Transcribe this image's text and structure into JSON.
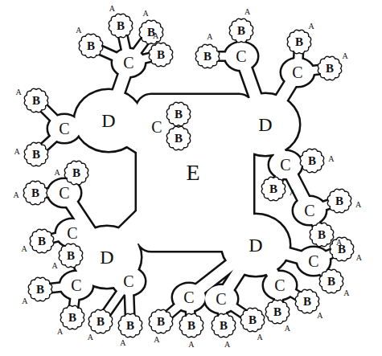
{
  "diagram": {
    "nodes": [
      {
        "text": [
          "E"
        ]
      },
      {
        "text": [
          "D"
        ]
      },
      {
        "text": [
          "D"
        ]
      },
      {
        "text": [
          "D"
        ]
      },
      {
        "text": [
          "D"
        ]
      },
      {
        "text": [
          "C"
        ]
      },
      {
        "text": [
          "C"
        ]
      },
      {
        "text": [
          "C"
        ]
      },
      {
        "text": [
          "C"
        ]
      },
      {
        "text": [
          "C"
        ]
      },
      {
        "text": [
          "C"
        ]
      },
      {
        "text": [
          "C"
        ]
      },
      {
        "text": [
          "C"
        ]
      },
      {
        "text": [
          "C"
        ]
      },
      {
        "text": [
          "C"
        ]
      },
      {
        "text": [
          "C"
        ]
      },
      {
        "text": [
          "C"
        ]
      },
      {
        "text": [
          "C"
        ]
      },
      {
        "text": [
          "C"
        ]
      },
      {
        "text": [
          "C"
        ]
      },
      {
        "text": [
          "B"
        ]
      },
      {
        "text": [
          "B"
        ]
      },
      {
        "text": [
          "B"
        ]
      },
      {
        "text": [
          "B"
        ]
      },
      {
        "text": [
          "B"
        ]
      },
      {
        "text": [
          "B"
        ]
      },
      {
        "text": [
          "B"
        ]
      },
      {
        "text": [
          "B"
        ]
      },
      {
        "text": [
          "B"
        ]
      },
      {
        "text": [
          "B"
        ]
      },
      {
        "text": [
          "B"
        ]
      },
      {
        "text": [
          "B"
        ]
      },
      {
        "text": [
          "B"
        ]
      },
      {
        "text": [
          "B"
        ]
      },
      {
        "text": [
          "B"
        ]
      },
      {
        "text": [
          "B"
        ]
      },
      {
        "text": [
          "B"
        ]
      },
      {
        "text": [
          "B"
        ]
      },
      {
        "text": [
          "B"
        ]
      },
      {
        "text": [
          "B"
        ]
      },
      {
        "text": [
          "B"
        ]
      },
      {
        "text": [
          "B"
        ]
      },
      {
        "text": [
          "B"
        ]
      },
      {
        "text": [
          "B"
        ]
      },
      {
        "text": [
          "B"
        ]
      },
      {
        "text": [
          "B"
        ]
      },
      {
        "text": [
          "B"
        ]
      },
      {
        "text": [
          "B"
        ]
      },
      {
        "text": [
          "B"
        ]
      },
      {
        "text": [
          "B"
        ]
      },
      {
        "text": [
          "B"
        ]
      },
      {
        "text": [
          "B"
        ]
      }
    ],
    "labels": [
      "A",
      "A",
      "A",
      "A",
      "A",
      "A",
      "A",
      "A",
      "A",
      "A",
      "A",
      "A",
      "A",
      "A",
      "A",
      "A",
      "A",
      "A",
      "A",
      "A",
      "A",
      "A",
      "A",
      "A",
      "A",
      "A",
      "A",
      "A",
      "A",
      "A"
    ]
  }
}
